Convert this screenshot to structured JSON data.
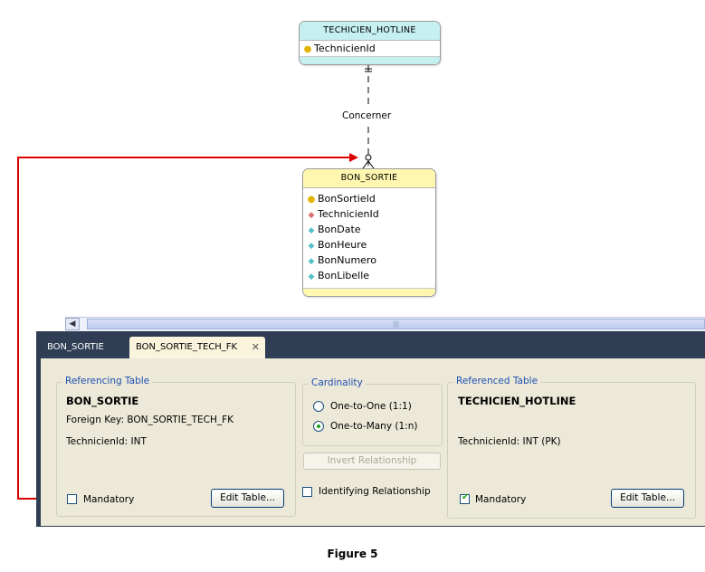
{
  "entities": {
    "technicien_hotline": {
      "title": "TECHICIEN_HOTLINE",
      "columns": [
        {
          "name": "TechnicienId",
          "icon": "primary-key-icon"
        }
      ],
      "header_color": "#c6eff0"
    },
    "bon_sortie": {
      "title": "BON_SORTIE",
      "columns": [
        {
          "name": "BonSortieId",
          "icon": "primary-key-icon"
        },
        {
          "name": "TechnicienId",
          "icon": "foreign-key-icon"
        },
        {
          "name": "BonDate",
          "icon": "column-icon"
        },
        {
          "name": "BonHeure",
          "icon": "column-icon"
        },
        {
          "name": "BonNumero",
          "icon": "column-icon"
        },
        {
          "name": "BonLibelle",
          "icon": "column-icon"
        }
      ],
      "header_color": "#fff7b0"
    }
  },
  "relationship_label": "Concerner",
  "tabs": [
    {
      "label": "BON_SORTIE"
    },
    {
      "label": "BON_SORTIE_TECH_FK"
    }
  ],
  "referencing": {
    "legend": "Referencing Table",
    "table": "BON_SORTIE",
    "foreign_key": "Foreign Key: BON_SORTIE_TECH_FK",
    "column": "TechnicienId: INT",
    "mandatory_label": "Mandatory",
    "mandatory_checked": false,
    "edit_label": "Edit Table..."
  },
  "cardinality": {
    "legend": "Cardinality",
    "options": [
      {
        "label": "One-to-One (1:1)",
        "selected": false
      },
      {
        "label": "One-to-Many (1:n)",
        "selected": true
      }
    ],
    "invert_label": "Invert Relationship",
    "identifying_label": "Identifying Relationship",
    "identifying_checked": false
  },
  "referenced": {
    "legend": "Referenced Table",
    "table": "TECHICIEN_HOTLINE",
    "column": "TechnicienId: INT (PK)",
    "mandatory_label": "Mandatory",
    "mandatory_checked": true,
    "edit_label": "Edit Table..."
  },
  "caption": "Figure 5",
  "colors": {
    "arrow": "#dd0000",
    "panel_bg": "#2f3e55",
    "tab_active": "#fbf4dc",
    "content_bg": "#ece9d8"
  }
}
